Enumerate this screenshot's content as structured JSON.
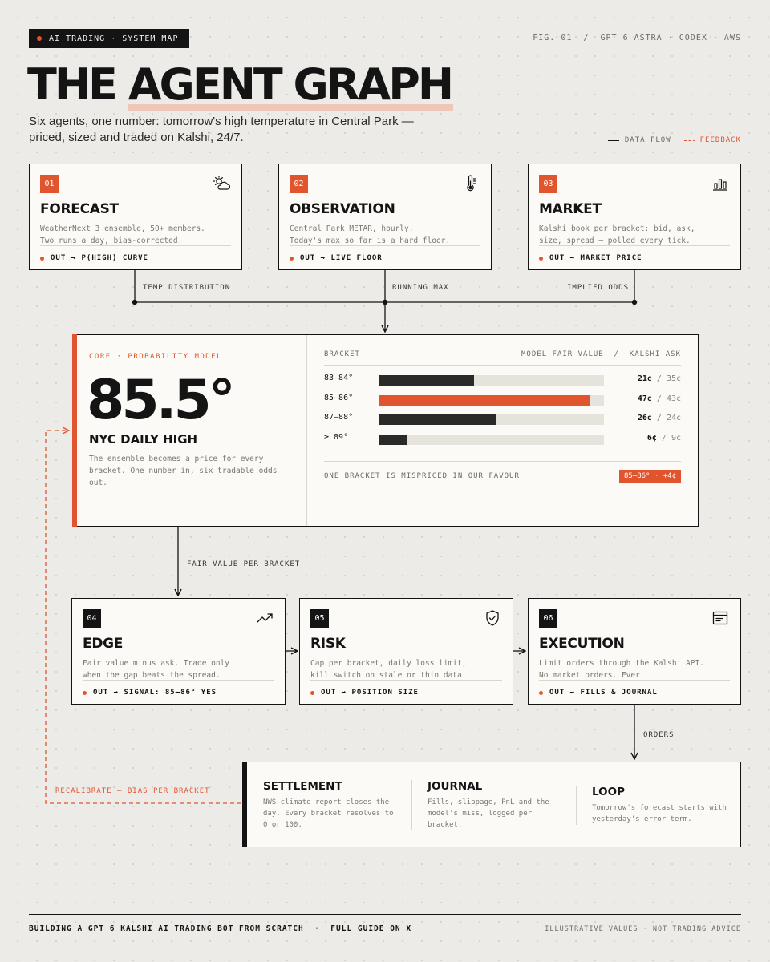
{
  "header": {
    "badge": "AI TRADING · SYSTEM MAP",
    "fig_line": "FIG. 01  /  GPT 6 ASTRA · CODEX · AWS",
    "title_pre": "THE ",
    "title_highlight": "AGENT GRAPH",
    "subtitle": "Six agents, one number: tomorrow's high temperature in Central Park — priced, sized and traded on Kalshi, 24/7.",
    "legend_flow": "DATA FLOW",
    "legend_feedback": "FEEDBACK"
  },
  "colors": {
    "accent": "#e0552e",
    "ink": "#141414",
    "paper": "#fbfaf7",
    "background": "#edebe7"
  },
  "agents_top": [
    {
      "num": "01",
      "title": "FORECAST",
      "desc": "WeatherNext 3 ensemble, 50+ members.\nTwo runs a day, bias-corrected.",
      "out": "OUT → P(HIGH) CURVE",
      "icon": "sun-cloud-icon"
    },
    {
      "num": "02",
      "title": "OBSERVATION",
      "desc": "Central Park METAR, hourly.\nToday's max so far is a hard floor.",
      "out": "OUT → LIVE FLOOR",
      "icon": "thermometer-icon"
    },
    {
      "num": "03",
      "title": "MARKET",
      "desc": "Kalshi book per bracket: bid, ask,\nsize, spread — polled every tick.",
      "out": "OUT → MARKET PRICE",
      "icon": "bar-chart-icon"
    }
  ],
  "flows_top": [
    "TEMP DISTRIBUTION",
    "RUNNING MAX",
    "IMPLIED ODDS"
  ],
  "core": {
    "label": "CORE · PROBABILITY MODEL",
    "value": "85.5°",
    "name": "NYC DAILY HIGH",
    "desc": "The ensemble becomes a price for every bracket. One number in, six tradable odds out.",
    "col_bracket": "BRACKET",
    "col_values": "MODEL FAIR VALUE  /  KALSHI ASK",
    "footnote": "ONE BRACKET IS MISPRICED IN OUR FAVOUR",
    "tag": "85–86° · +4¢"
  },
  "chart_data": {
    "type": "bar",
    "categories": [
      "83–84°",
      "85–86°",
      "87–88°",
      "≥ 89°"
    ],
    "series": [
      {
        "name": "MODEL FAIR VALUE",
        "values": [
          21,
          47,
          26,
          6
        ]
      },
      {
        "name": "KALSHI ASK",
        "values": [
          35,
          43,
          24,
          9
        ]
      }
    ],
    "fair_labels": [
      "21¢",
      "47¢",
      "26¢",
      "6¢"
    ],
    "ask_labels": [
      "35¢",
      "43¢",
      "24¢",
      "9¢"
    ],
    "highlight_index": 1,
    "ylim": [
      0,
      100
    ]
  },
  "flow_mid": "FAIR VALUE PER BRACKET",
  "agents_bottom": [
    {
      "num": "04",
      "title": "EDGE",
      "desc": "Fair value minus ask. Trade only\nwhen the gap beats the spread.",
      "out": "OUT → SIGNAL: 85–86° YES",
      "icon": "trend-up-icon"
    },
    {
      "num": "05",
      "title": "RISK",
      "desc": "Cap per bracket, daily loss limit,\nkill switch on stale or thin data.",
      "out": "OUT → POSITION SIZE",
      "icon": "shield-check-icon"
    },
    {
      "num": "06",
      "title": "EXECUTION",
      "desc": "Limit orders through the Kalshi API.\nNo market orders. Ever.",
      "out": "OUT → FILLS & JOURNAL",
      "icon": "terminal-window-icon"
    }
  ],
  "flow_orders": "ORDERS",
  "feedback_label": "RECALIBRATE — BIAS PER BRACKET",
  "settlement": [
    {
      "title": "SETTLEMENT",
      "desc": "NWS climate report closes the\nday. Every bracket resolves to\n0 or 100."
    },
    {
      "title": "JOURNAL",
      "desc": "Fills, slippage, PnL and the\nmodel's miss, logged per\nbracket."
    },
    {
      "title": "LOOP",
      "desc": "Tomorrow's forecast starts with\nyesterday's error term."
    }
  ],
  "footer": {
    "left": "BUILDING A GPT 6 KALSHI AI TRADING BOT FROM SCRATCH  ·  FULL GUIDE ON X",
    "right": "ILLUSTRATIVE VALUES · NOT TRADING ADVICE"
  }
}
